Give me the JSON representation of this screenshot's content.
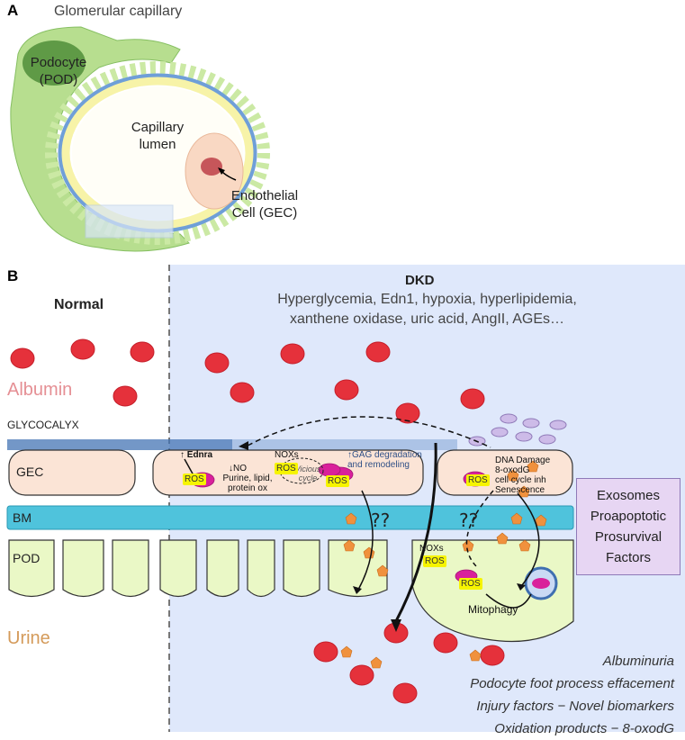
{
  "panel_a": {
    "letter": "A",
    "title": "Glomerular capillary",
    "podocyte_label": "Podocyte\n(POD)",
    "lumen_label": "Capillary\nlumen",
    "endothelial_label": "Endothelial\nCell (GEC)"
  },
  "panel_b": {
    "letter": "B",
    "normal_label": "Normal",
    "dkd_title": "DKD",
    "dkd_factors_line1": "Hyperglycemia, Edn1, hypoxia, hyperlipidemia,",
    "dkd_factors_line2": "xanthene oxidase, uric acid, AngII, AGEs…",
    "albumin_label": "Albumin",
    "glycocalyx_label": "GLYCOCALYX",
    "gec_label": "GEC",
    "bm_label": "BM",
    "pod_label": "POD",
    "urine_label": "Urine",
    "ednra": "↑ Ednra",
    "no_label": "↓NO",
    "ox_label": "Purine, lipid,\nprotein ox",
    "noxs_1": "NOXs",
    "noxs_2": "NOXs",
    "vicious": "Vicious\ncycle",
    "gag": "↑GAG degradation\nand remodeling",
    "dna_damage": "DNA Damage\n8-oxodG\ncell cycle inh\nSenescence",
    "ros": "ROS",
    "qq": "??",
    "mitophagy": "Mitophagy",
    "exosomes": "Exosomes\nProapoptotic\nProsurvival\nFactors",
    "outcomes": [
      "Albuminuria",
      "Podocyte foot process effacement",
      "Injury factors − Novel biomarkers",
      "Oxidation products − 8-oxodG"
    ]
  },
  "colors": {
    "dkd_background": "#dfe8fb",
    "albumin": "#e5313b",
    "bm": "#4fc3dc",
    "gec": "#fbe4d6",
    "pod": "#eaf8c6",
    "glycocalyx": "#3f6fb0",
    "exosome_box": "#e7d6f3",
    "ros": "#f6f400",
    "mito": "#d9209b",
    "orange_factor": "#f0913d"
  }
}
